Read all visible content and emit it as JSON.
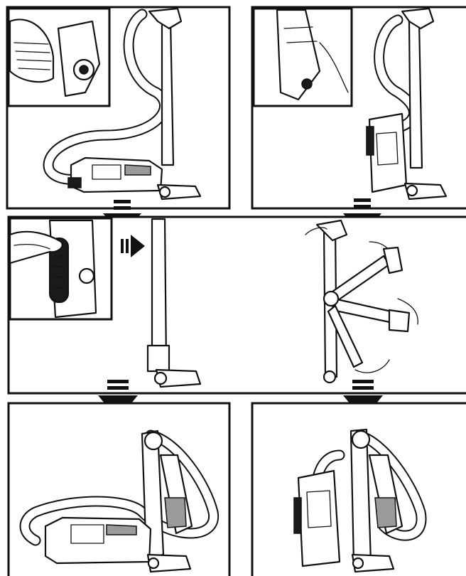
{
  "document": {
    "type": "instruction-illustration",
    "colors": {
      "ink": "#111111",
      "paper": "#ffffff",
      "accent_grey": "#9a9a9a"
    },
    "panels": [
      {
        "id": "panel-1",
        "icon": "vacuum-canister-with-hose",
        "inset_icon": "canister-latch-closeup"
      },
      {
        "id": "panel-2",
        "icon": "vacuum-upright-mounted",
        "inset_icon": "wand-release-closeup"
      },
      {
        "id": "panel-3",
        "icon": "wand-with-floor-nozzle",
        "inset_icon": "thumb-press-release-button"
      },
      {
        "id": "panel-4",
        "icon": "handle-folding-motion"
      },
      {
        "id": "panel-5",
        "icon": "folded-vacuum-with-canister"
      },
      {
        "id": "panel-6",
        "icon": "folded-vacuum-upright-storage"
      }
    ],
    "arrows": [
      "down-arrow",
      "down-arrow",
      "right-arrow",
      "down-arrow",
      "down-arrow"
    ]
  }
}
